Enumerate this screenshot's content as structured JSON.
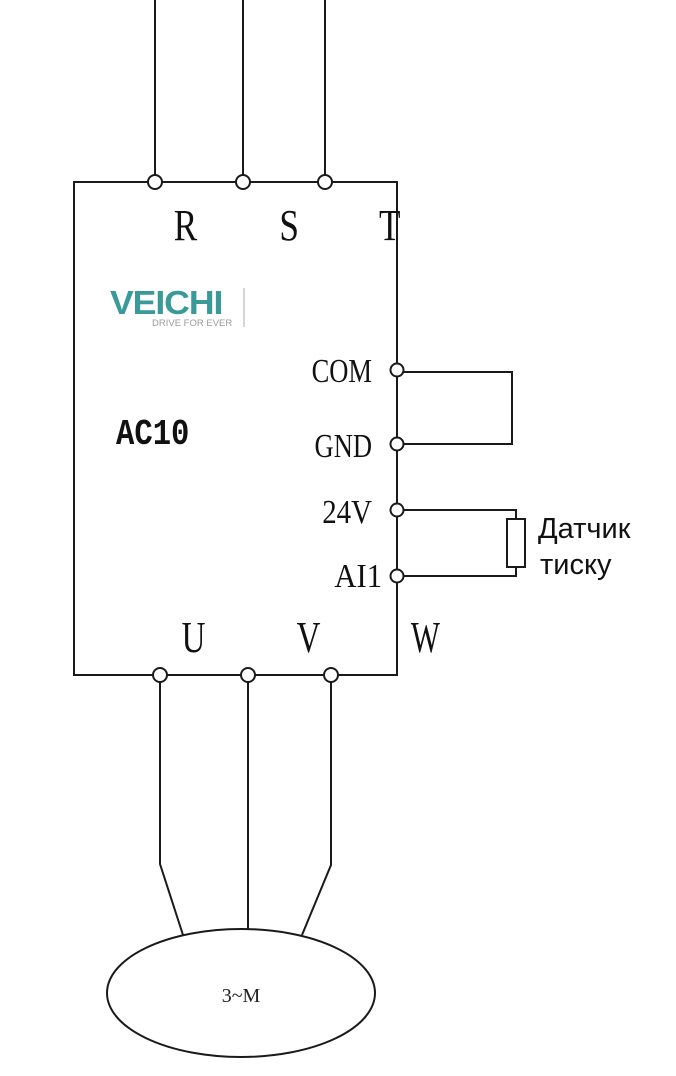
{
  "diagram": {
    "type": "wiring-diagram",
    "device": {
      "model": "AC10",
      "brand": {
        "name": "VEICHI",
        "tagline": "DRIVE FOR EVER",
        "color": "#3a9a9a",
        "tagline_color": "#9a9a9a"
      }
    },
    "input_terminals": [
      {
        "id": "R",
        "label": "R"
      },
      {
        "id": "S",
        "label": "S"
      },
      {
        "id": "T",
        "label": "T"
      }
    ],
    "output_terminals": [
      {
        "id": "U",
        "label": "U"
      },
      {
        "id": "V",
        "label": "V"
      },
      {
        "id": "W",
        "label": "W"
      }
    ],
    "control_terminals": [
      {
        "id": "COM",
        "label": "COM"
      },
      {
        "id": "GND",
        "label": "GND"
      },
      {
        "id": "24V",
        "label": "24V"
      },
      {
        "id": "AI1",
        "label": "AI1"
      }
    ],
    "connections": [
      {
        "from": "COM",
        "to": "GND",
        "kind": "jumper"
      },
      {
        "from": "24V",
        "to": "AI1",
        "kind": "sensor",
        "component": "pressure-sensor"
      },
      {
        "from": "U",
        "to": "motor"
      },
      {
        "from": "V",
        "to": "motor"
      },
      {
        "from": "W",
        "to": "motor"
      }
    ],
    "sensor": {
      "label_line1": "Датчик",
      "label_line2": "тиску"
    },
    "motor": {
      "label": "3~M"
    },
    "line_color": "#1a1a1a"
  }
}
